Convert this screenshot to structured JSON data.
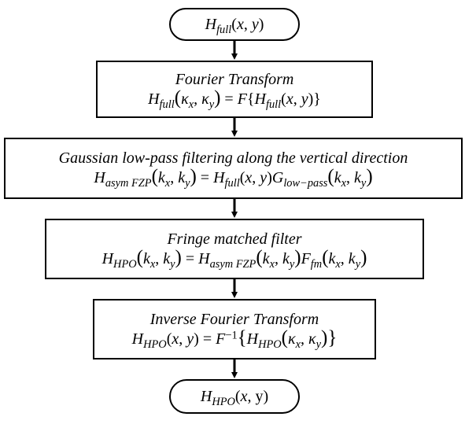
{
  "nodes": {
    "start": {
      "text": "H_full(x, y)"
    },
    "fourier": {
      "title": "Fourier Transform",
      "equation": "H_full(κ_x, κ_y) = F{H_full(x, y)}"
    },
    "lowpass": {
      "title": "Gaussian low-pass filtering along the vertical direction",
      "equation": "H_asym FZP(k_x, k_y) = H_full(x, y)G_low−pass(k_x, k_y)"
    },
    "matched": {
      "title": "Fringe matched filter",
      "equation": "H_HPO(k_x, k_y) = H_asym FZP(k_x, k_y)F_fm(k_x, k_y)"
    },
    "inverse": {
      "title": "Inverse Fourier Transform",
      "equation": "H_HPO(x, y) = F^−1{H_HPO(κ_x, κ_y)}"
    },
    "end": {
      "text": "H_HPO(x, y)"
    }
  },
  "edges": [
    [
      "start",
      "fourier"
    ],
    [
      "fourier",
      "lowpass"
    ],
    [
      "lowpass",
      "matched"
    ],
    [
      "matched",
      "inverse"
    ],
    [
      "inverse",
      "end"
    ]
  ]
}
